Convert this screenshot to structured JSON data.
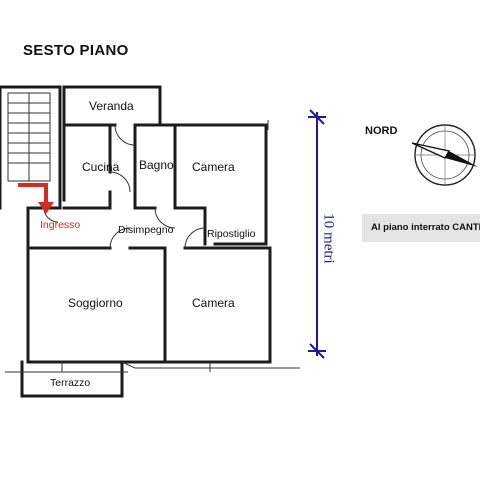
{
  "title": "SESTO PIANO",
  "rooms": {
    "veranda": "Veranda",
    "cucina": "Cucina",
    "bagno": "Bagno",
    "camera_top": "Camera",
    "ingresso": "Ingresso",
    "disimpegno": "Disimpegno",
    "ripostiglio": "Ripostiglio",
    "soggiorno": "Soggiorno",
    "camera_bottom": "Camera",
    "terrazzo": "Terrazzo"
  },
  "scale": {
    "label": "10 metri"
  },
  "compass": {
    "label": "NORD"
  },
  "note": {
    "text": "Al piano interrato CANTINA"
  },
  "colors": {
    "entrance_arrow": "#d62a1e",
    "scale_bar": "#1a1a9a",
    "walls": "#1c1c1c"
  }
}
